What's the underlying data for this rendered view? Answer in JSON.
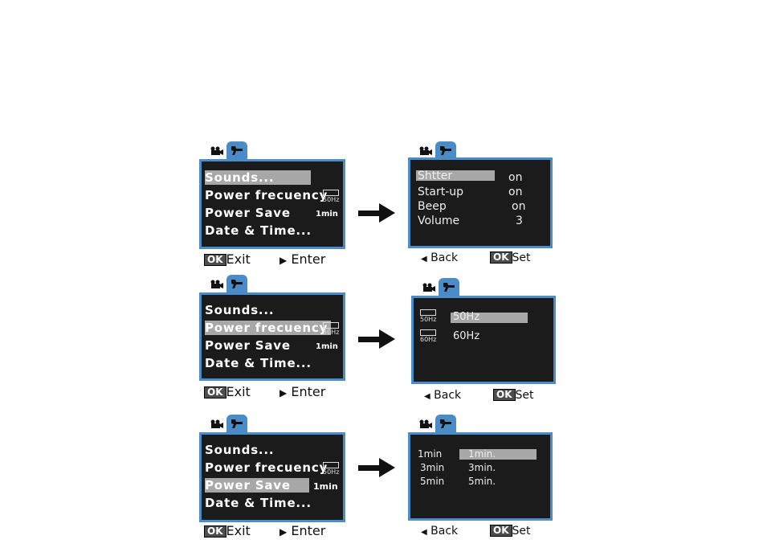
{
  "icons": {
    "camera": "movie-camera-icon",
    "settings": "wrench-icon",
    "arrow": "right-arrow-icon"
  },
  "colors": {
    "screen_bg": "#1b1b1b",
    "frame": "#4a8cc8",
    "highlight": "#a7a7a7",
    "text": "#ffffff"
  },
  "menu": {
    "sounds": "Sounds...",
    "power_frequency": "Power frecuency",
    "power_save": "Power Save",
    "power_save_value": "1min",
    "date_time": "Date & Time...",
    "hz_label": "50Hz"
  },
  "main_footer": {
    "ok": "OK",
    "exit": "Exit",
    "enter": "Enter"
  },
  "sub_footer": {
    "back": "Back",
    "ok": "OK",
    "set": "Set"
  },
  "sounds_screen": {
    "items": [
      {
        "label": "Shtter",
        "value": "on"
      },
      {
        "label": "Start-up",
        "value": "on"
      },
      {
        "label": "Beep",
        "value": "on"
      },
      {
        "label": "Volume",
        "value": "3"
      }
    ]
  },
  "frequency_screen": {
    "items": [
      {
        "icon_label": "50Hz",
        "label": "50Hz"
      },
      {
        "icon_label": "60Hz",
        "label": "60Hz"
      }
    ]
  },
  "power_save_screen": {
    "items": [
      {
        "left": "1min",
        "right": "1min."
      },
      {
        "left": "3min",
        "right": "3min."
      },
      {
        "left": "5min",
        "right": "5min."
      }
    ]
  }
}
